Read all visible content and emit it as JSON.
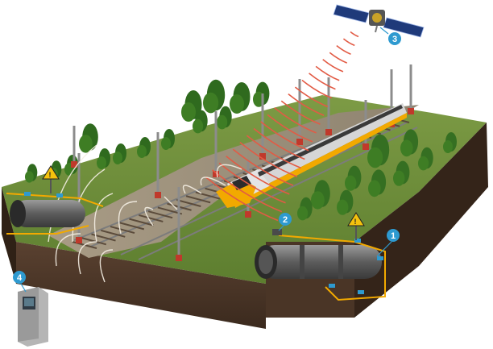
{
  "colors": {
    "sky": "#ffffff",
    "grass_top": "#6f8f3a",
    "grass_dark": "#4f6e28",
    "soil_front": "#4a3526",
    "soil_side": "#3a291d",
    "gravel": "#9b8f7a",
    "rail": "#8a8a8a",
    "sleeper": "#5a4a3a",
    "tree": "#2f6a1e",
    "tree_light": "#4c8a2c",
    "train_body": "#d9d9d9",
    "train_accent": "#f2a900",
    "train_dark": "#3a3a3a",
    "mast": "#8c8c8c",
    "mast_base": "#c0392b",
    "signal_wave": "#e25b45",
    "pipe": "#6f6f6f",
    "cable": "#f2a900",
    "badge": "#2e9ad0",
    "warning": "#f4c20d",
    "cabinet": "#a8a8a8"
  },
  "icons": [
    "satellite-icon",
    "warning-sign-icon",
    "monitoring-cabinet-icon",
    "sensor-box-icon"
  ],
  "badges": [
    {
      "id": "1",
      "text": "1"
    },
    {
      "id": "2",
      "text": "2"
    },
    {
      "id": "3",
      "text": "3"
    },
    {
      "id": "4",
      "text": "4"
    }
  ]
}
